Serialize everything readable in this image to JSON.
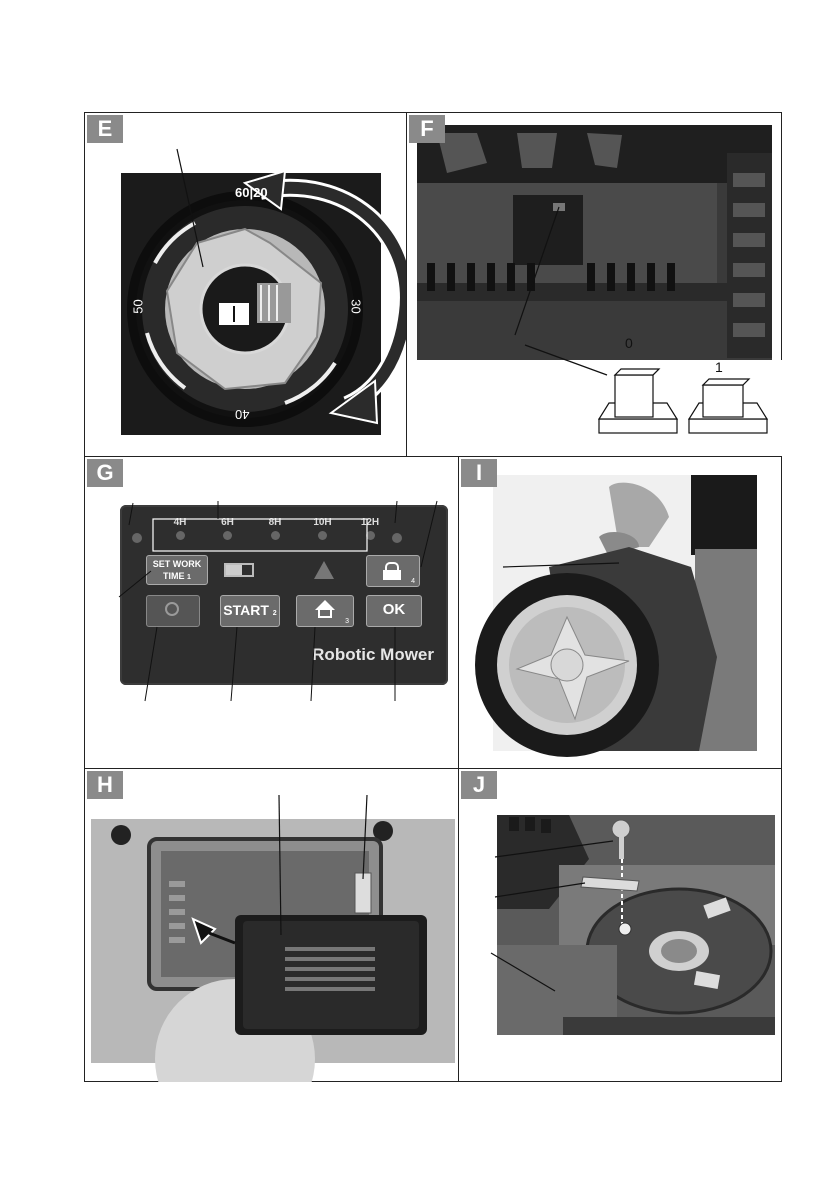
{
  "panels": {
    "e": {
      "letter": "E",
      "dial_labels": {
        "top": "60|20",
        "right": "30",
        "bottom": "40",
        "left": "50"
      }
    },
    "f": {
      "letter": "F",
      "switch_off": "0",
      "switch_on": "1"
    },
    "g": {
      "letter": "G",
      "timers": [
        "4H",
        "6H",
        "8H",
        "10H",
        "12H"
      ],
      "set_work_line1": "SET WORK",
      "set_work_line2": "TIME",
      "set_work_num": "1",
      "start_label": "START",
      "start_num": "2",
      "home_num": "3",
      "lock_num": "4",
      "ok_label": "OK",
      "brand_text": "Robotic Mower"
    },
    "i": {
      "letter": "I"
    },
    "h": {
      "letter": "H"
    },
    "j": {
      "letter": "J"
    }
  }
}
